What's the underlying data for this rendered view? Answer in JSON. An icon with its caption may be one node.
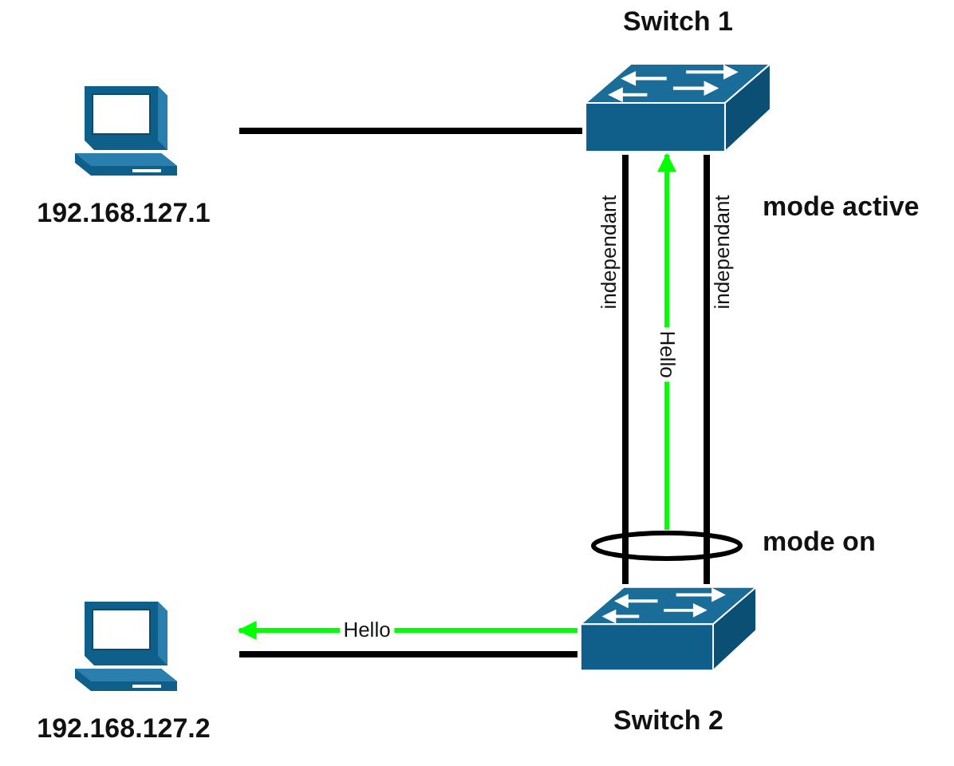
{
  "diagram": {
    "nodes": [
      {
        "text": [
          "192.168.127.1"
        ]
      },
      {
        "text": [
          "Switch 1"
        ]
      },
      {
        "text": [
          "Switch 2"
        ]
      },
      {
        "text": [
          "192.168.127.2"
        ]
      },
      {
        "text": [],
        "shape": "ellipse"
      }
    ],
    "edges": [
      {
        "from": 0,
        "to": 1,
        "arrow": "none"
      },
      {
        "from": 1,
        "to": 2,
        "arrow": "none",
        "label": "independant"
      },
      {
        "from": 1,
        "to": 2,
        "arrow": "none",
        "label": "independant"
      },
      {
        "from": 4,
        "to": 1,
        "arrow": "to",
        "label": "Hello",
        "color": "#00ff00"
      },
      {
        "from": 3,
        "to": 2,
        "arrow": "none"
      },
      {
        "from": 2,
        "to": 3,
        "arrow": "to",
        "label": "Hello",
        "color": "#00ff00"
      }
    ],
    "labels": [
      "mode active",
      "mode on"
    ]
  }
}
